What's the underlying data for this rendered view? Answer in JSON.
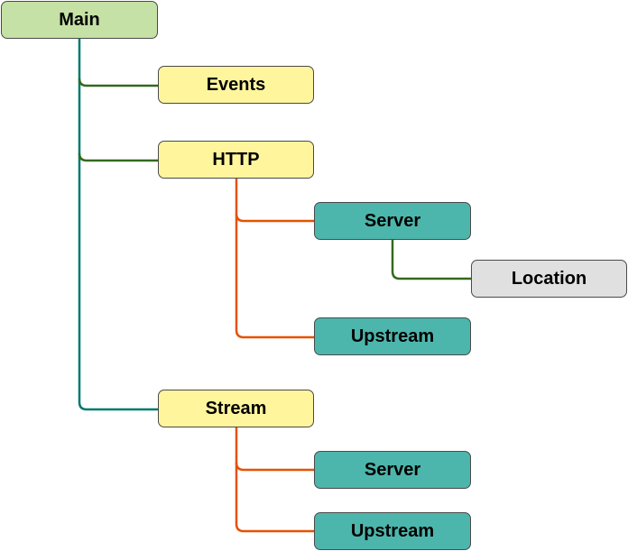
{
  "colors": {
    "root_fill": "#c5e1a5",
    "module_fill": "#fff59d",
    "block_fill": "#4db6ac",
    "leaf_fill": "#e0e0e0",
    "teal_line": "#00796b",
    "green_line": "#33691e",
    "orange_line": "#e65100"
  },
  "nodes": {
    "main": "Main",
    "events": "Events",
    "http": "HTTP",
    "http_server": "Server",
    "http_location": "Location",
    "http_upstream": "Upstream",
    "stream": "Stream",
    "stream_server": "Server",
    "stream_upstream": "Upstream"
  }
}
